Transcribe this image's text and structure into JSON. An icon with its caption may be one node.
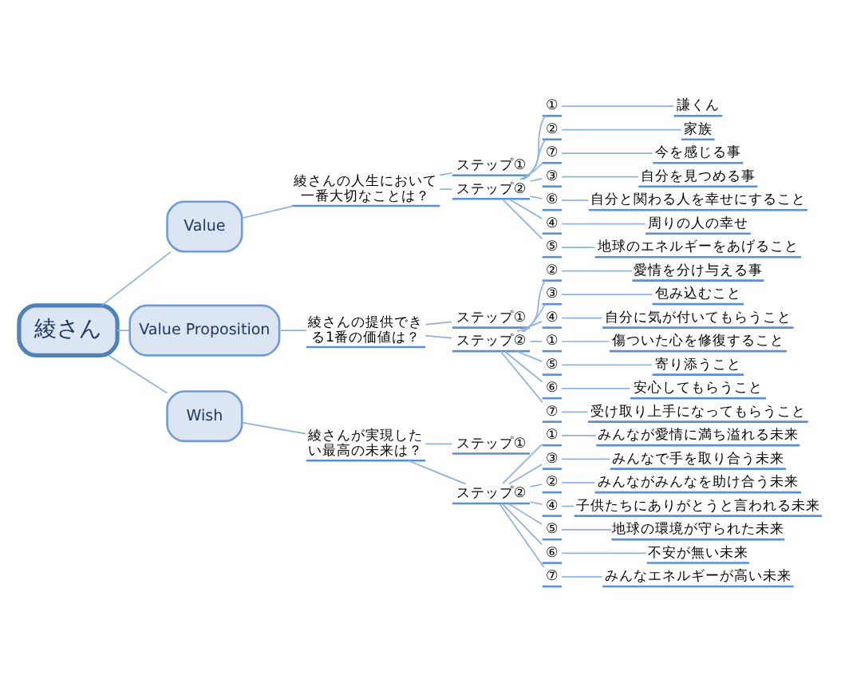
{
  "diagram": {
    "nodes": [
      {
        "text": [
          "綾さん"
        ]
      },
      {
        "text": [
          "Value"
        ]
      },
      {
        "text": [
          "綾さんの人生において一番大切なことは？"
        ]
      },
      {
        "text": [
          "ステップ①"
        ]
      },
      {
        "text": [
          "ステップ②"
        ]
      },
      {
        "text": [
          "①"
        ]
      },
      {
        "text": [
          "謙くん"
        ]
      },
      {
        "text": [
          "②"
        ]
      },
      {
        "text": [
          "家族"
        ]
      },
      {
        "text": [
          "⑦"
        ]
      },
      {
        "text": [
          "今を感じる事"
        ]
      },
      {
        "text": [
          "③"
        ]
      },
      {
        "text": [
          "自分を見つめる事"
        ]
      },
      {
        "text": [
          "⑥"
        ]
      },
      {
        "text": [
          "自分と関わる人を幸せにすること"
        ]
      },
      {
        "text": [
          "④"
        ]
      },
      {
        "text": [
          "周りの人の幸せ"
        ]
      },
      {
        "text": [
          "⑤"
        ]
      },
      {
        "text": [
          "地球のエネルギーをあげること"
        ]
      },
      {
        "text": [
          "Value Proposition"
        ]
      },
      {
        "text": [
          "綾さんの提供できる1番の価値は？"
        ]
      },
      {
        "text": [
          "ステップ①"
        ]
      },
      {
        "text": [
          "ステップ②"
        ]
      },
      {
        "text": [
          "②"
        ]
      },
      {
        "text": [
          "愛情を分け与える事"
        ]
      },
      {
        "text": [
          "③"
        ]
      },
      {
        "text": [
          "包み込むこと"
        ]
      },
      {
        "text": [
          "④"
        ]
      },
      {
        "text": [
          "自分に気が付いてもらうこと"
        ]
      },
      {
        "text": [
          "①"
        ]
      },
      {
        "text": [
          "傷ついた心を修復すること"
        ]
      },
      {
        "text": [
          "⑤"
        ]
      },
      {
        "text": [
          "寄り添うこと"
        ]
      },
      {
        "text": [
          "⑥"
        ]
      },
      {
        "text": [
          "安心してもらうこと"
        ]
      },
      {
        "text": [
          "⑦"
        ]
      },
      {
        "text": [
          "受け取り上手になってもらうこと"
        ]
      },
      {
        "text": [
          "Wish"
        ]
      },
      {
        "text": [
          "綾さんが実現したい最高の未来は？"
        ]
      },
      {
        "text": [
          "ステップ①"
        ]
      },
      {
        "text": [
          "ステップ②"
        ]
      },
      {
        "text": [
          "①"
        ]
      },
      {
        "text": [
          "みんなが愛情に満ち溢れる未来"
        ]
      },
      {
        "text": [
          "③"
        ]
      },
      {
        "text": [
          "みんなで手を取り合う未来"
        ]
      },
      {
        "text": [
          "②"
        ]
      },
      {
        "text": [
          "みんながみんなを助け合う未来"
        ]
      },
      {
        "text": [
          "④"
        ]
      },
      {
        "text": [
          "子供たちにありがとうと言われる未来"
        ]
      },
      {
        "text": [
          "⑤"
        ]
      },
      {
        "text": [
          "地球の環境が守られた未来"
        ]
      },
      {
        "text": [
          "⑥"
        ]
      },
      {
        "text": [
          "不安が無い未来"
        ]
      },
      {
        "text": [
          "⑦"
        ]
      },
      {
        "text": [
          "みんなエネルギーが高い未来"
        ]
      }
    ],
    "edges": [
      {
        "from": 0,
        "to": 1,
        "arrow": "none"
      },
      {
        "from": 1,
        "to": 2,
        "arrow": "none"
      },
      {
        "from": 2,
        "to": 3,
        "arrow": "none"
      },
      {
        "from": 2,
        "to": 4,
        "arrow": "none"
      },
      {
        "from": 4,
        "to": 5,
        "arrow": "none"
      },
      {
        "from": 5,
        "to": 6,
        "arrow": "none"
      },
      {
        "from": 4,
        "to": 7,
        "arrow": "none"
      },
      {
        "from": 7,
        "to": 8,
        "arrow": "none"
      },
      {
        "from": 4,
        "to": 9,
        "arrow": "none"
      },
      {
        "from": 9,
        "to": 10,
        "arrow": "none"
      },
      {
        "from": 4,
        "to": 11,
        "arrow": "none"
      },
      {
        "from": 11,
        "to": 12,
        "arrow": "none"
      },
      {
        "from": 4,
        "to": 13,
        "arrow": "none"
      },
      {
        "from": 13,
        "to": 14,
        "arrow": "none"
      },
      {
        "from": 4,
        "to": 15,
        "arrow": "none"
      },
      {
        "from": 15,
        "to": 16,
        "arrow": "none"
      },
      {
        "from": 4,
        "to": 17,
        "arrow": "none"
      },
      {
        "from": 17,
        "to": 18,
        "arrow": "none"
      },
      {
        "from": 0,
        "to": 19,
        "arrow": "none"
      },
      {
        "from": 19,
        "to": 20,
        "arrow": "none"
      },
      {
        "from": 20,
        "to": 21,
        "arrow": "none"
      },
      {
        "from": 20,
        "to": 22,
        "arrow": "none"
      },
      {
        "from": 22,
        "to": 23,
        "arrow": "none"
      },
      {
        "from": 23,
        "to": 24,
        "arrow": "none"
      },
      {
        "from": 22,
        "to": 25,
        "arrow": "none"
      },
      {
        "from": 25,
        "to": 26,
        "arrow": "none"
      },
      {
        "from": 22,
        "to": 27,
        "arrow": "none"
      },
      {
        "from": 27,
        "to": 28,
        "arrow": "none"
      },
      {
        "from": 22,
        "to": 29,
        "arrow": "none"
      },
      {
        "from": 29,
        "to": 30,
        "arrow": "none"
      },
      {
        "from": 22,
        "to": 31,
        "arrow": "none"
      },
      {
        "from": 31,
        "to": 32,
        "arrow": "none"
      },
      {
        "from": 22,
        "to": 33,
        "arrow": "none"
      },
      {
        "from": 33,
        "to": 34,
        "arrow": "none"
      },
      {
        "from": 22,
        "to": 35,
        "arrow": "none"
      },
      {
        "from": 35,
        "to": 36,
        "arrow": "none"
      },
      {
        "from": 0,
        "to": 37,
        "arrow": "none"
      },
      {
        "from": 37,
        "to": 38,
        "arrow": "none"
      },
      {
        "from": 38,
        "to": 39,
        "arrow": "none"
      },
      {
        "from": 38,
        "to": 40,
        "arrow": "none"
      },
      {
        "from": 40,
        "to": 41,
        "arrow": "none"
      },
      {
        "from": 41,
        "to": 42,
        "arrow": "none"
      },
      {
        "from": 40,
        "to": 43,
        "arrow": "none"
      },
      {
        "from": 43,
        "to": 44,
        "arrow": "none"
      },
      {
        "from": 40,
        "to": 45,
        "arrow": "none"
      },
      {
        "from": 45,
        "to": 46,
        "arrow": "none"
      },
      {
        "from": 40,
        "to": 47,
        "arrow": "none"
      },
      {
        "from": 47,
        "to": 48,
        "arrow": "none"
      },
      {
        "from": 40,
        "to": 49,
        "arrow": "none"
      },
      {
        "from": 49,
        "to": 50,
        "arrow": "none"
      },
      {
        "from": 40,
        "to": 51,
        "arrow": "none"
      },
      {
        "from": 51,
        "to": 52,
        "arrow": "none"
      },
      {
        "from": 40,
        "to": 53,
        "arrow": "none"
      },
      {
        "from": 53,
        "to": 54,
        "arrow": "none"
      }
    ]
  }
}
